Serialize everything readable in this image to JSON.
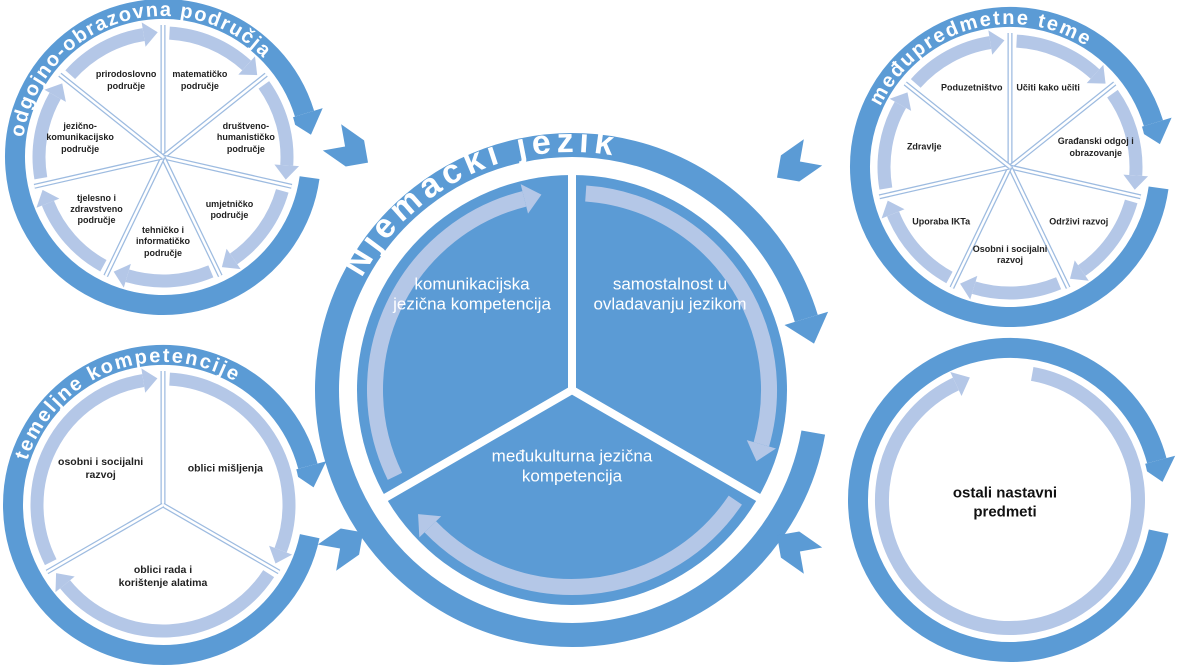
{
  "colors": {
    "ring": "#5b9bd5",
    "arrow_light": "#b4c7e7",
    "pie": "#5b9bd5",
    "divider": "#9dbbe0"
  },
  "center": {
    "title": "Njemački jezik",
    "segments": [
      "komunikacijska jezična kompetencija",
      "samostalnost u ovladavanju jezikom",
      "međukulturna jezična kompetencija"
    ]
  },
  "odgojno": {
    "title": "odgojno-obrazovna područja",
    "segments": [
      "matematičko područje",
      "društveno-humanističko područje",
      "umjetničko područje",
      "tehničko i informatičko područje",
      "tjelesno i zdravstveno područje",
      "jezično-komunikacijsko područje",
      "prirodoslovno područje"
    ]
  },
  "medjupredmetne": {
    "title": "međupredmetne teme",
    "segments": [
      "Učiti kako učiti",
      "Građanski odgoj i obrazovanje",
      "Održivi razvoj",
      "Osobni i socijalni razvoj",
      "Uporaba IKTa",
      "Zdravlje",
      "Poduzetništvo"
    ]
  },
  "temeljne": {
    "title": "temeljne kompetencije",
    "segments": [
      "oblici mišljenja",
      "oblici rada i korištenje alatima",
      "osobni i socijalni razvoj"
    ]
  },
  "ostali": {
    "label": "ostali nastavni predmeti"
  }
}
